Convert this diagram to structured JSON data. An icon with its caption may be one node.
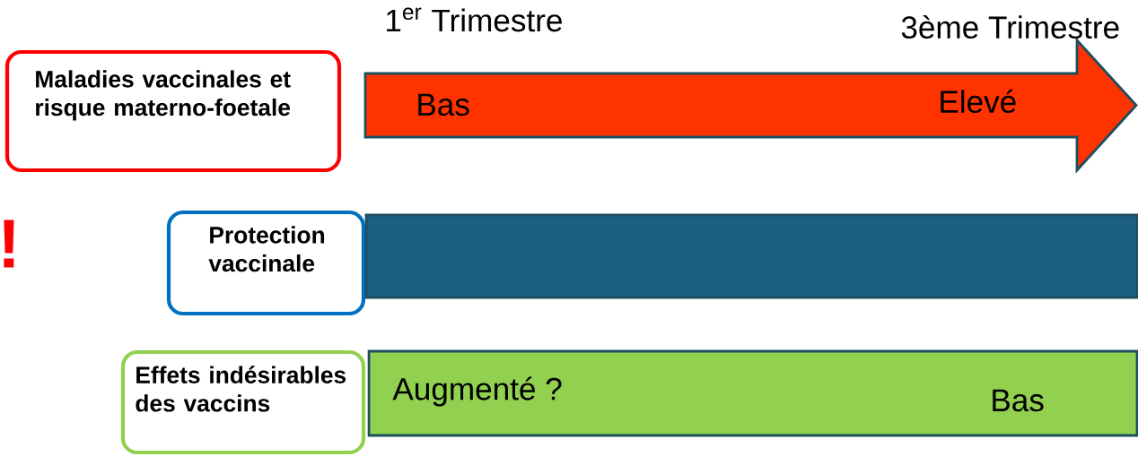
{
  "diagram": {
    "nodes": [
      {
        "text": [
          "Maladies vaccinales et risque materno-foetale"
        ]
      },
      {
        "text": [
          "Bas",
          "Elevé"
        ]
      },
      {
        "text": [
          "Protection vaccinale"
        ]
      },
      {
        "text": [],
        "shape": "bar"
      },
      {
        "text": [
          "Effets indésirables des vaccins"
        ]
      },
      {
        "text": [
          "Augmenté ?",
          "Bas"
        ]
      }
    ],
    "labels": [
      "1$^{er}$ Trimestre",
      "3ème Trimestre",
      "!"
    ]
  }
}
